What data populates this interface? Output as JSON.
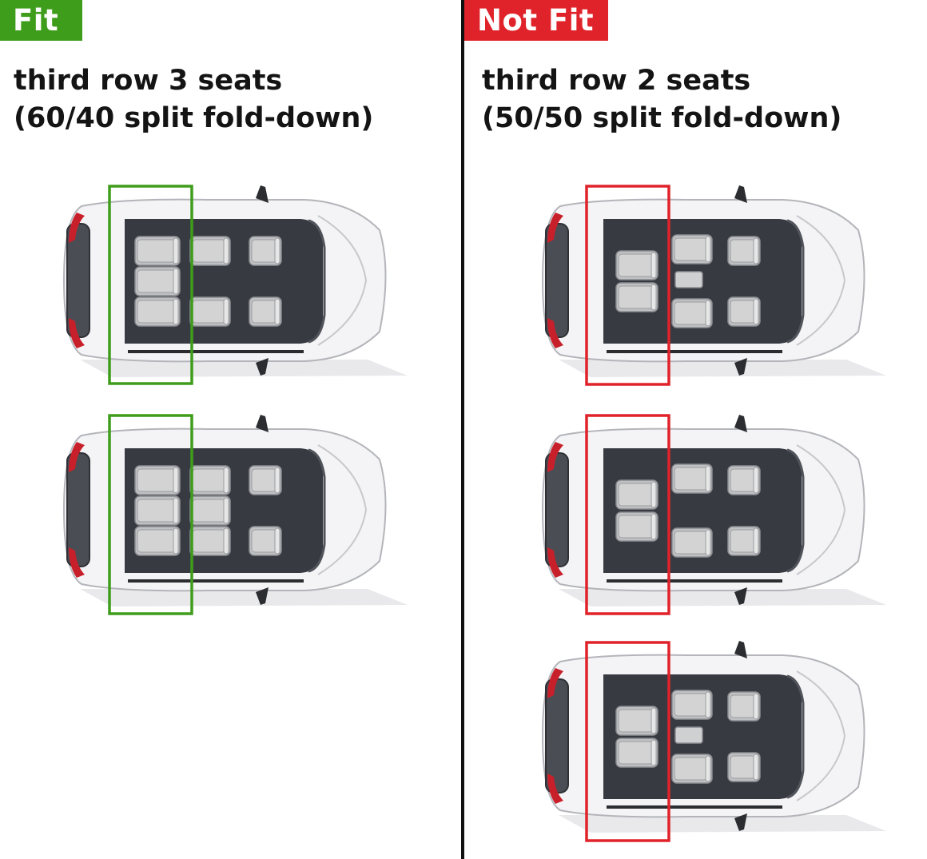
{
  "colors": {
    "fit": "#3f9d1c",
    "not_fit": "#e0232a",
    "divider": "#111111",
    "body_paint": "#f4f4f6",
    "roof": "#373a41",
    "seat": "#d3d3d3",
    "tail_light": "#c8202b"
  },
  "fit_panel": {
    "badge": "Fit",
    "heading_line1": "third row 3 seats",
    "heading_line2": "(60/40 split fold-down)",
    "cars": [
      {
        "id": "fit-car-1",
        "third_row_seats": 3
      },
      {
        "id": "fit-car-2",
        "third_row_seats": 3
      }
    ]
  },
  "not_fit_panel": {
    "badge": "Not Fit",
    "heading_line1": "third row 2 seats",
    "heading_line2": "(50/50 split fold-down)",
    "cars": [
      {
        "id": "notfit-car-1",
        "third_row_seats": 2
      },
      {
        "id": "notfit-car-2",
        "third_row_seats": 2
      },
      {
        "id": "notfit-car-3",
        "third_row_seats": 2
      }
    ]
  }
}
